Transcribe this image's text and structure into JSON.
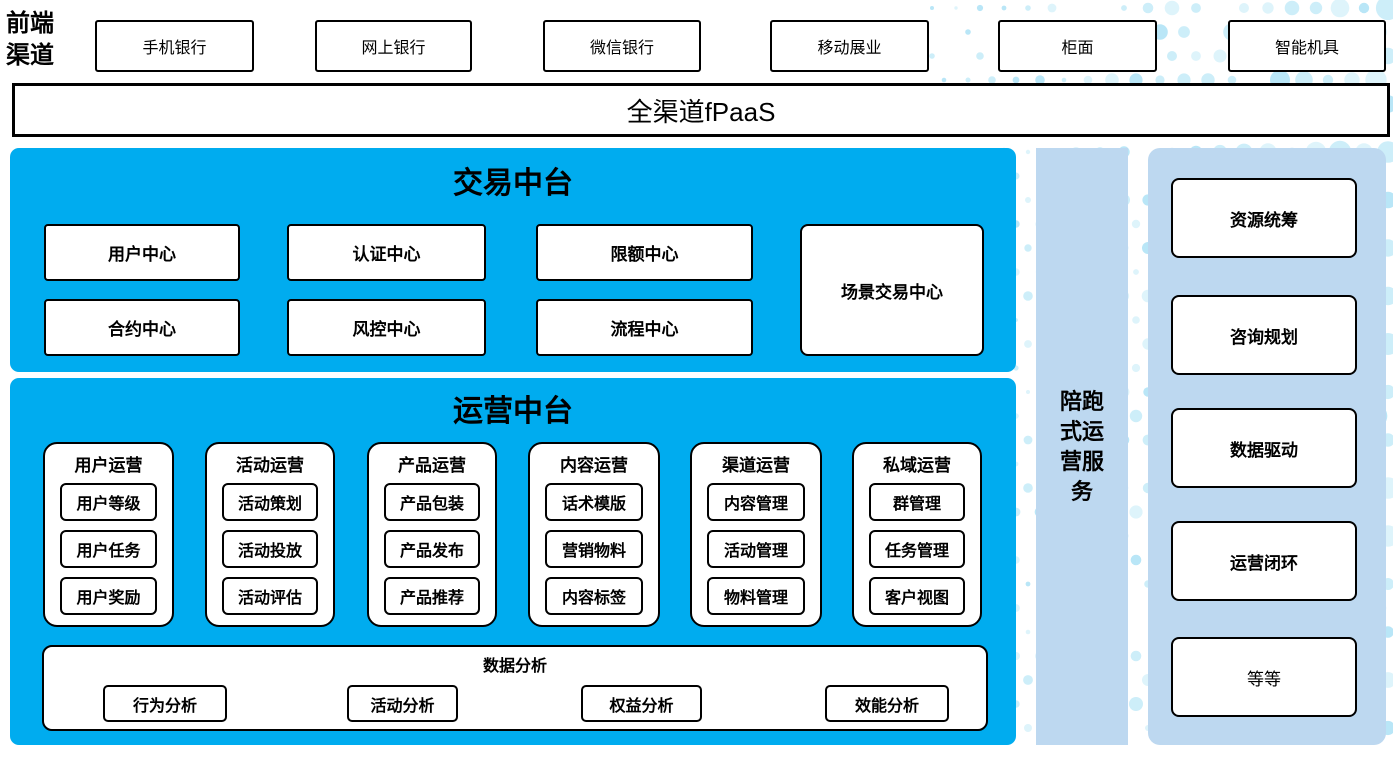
{
  "frontend_channels": {
    "label": "前端渠道",
    "items": [
      "手机银行",
      "网上银行",
      "微信银行",
      "移动展业",
      "柜面",
      "智能机具"
    ]
  },
  "fpaas": {
    "label": "全渠道fPaaS"
  },
  "transaction_platform": {
    "title": "交易中台",
    "centers": [
      "用户中心",
      "认证中心",
      "限额中心",
      "合约中心",
      "风控中心",
      "流程中心"
    ],
    "scene_center": "场景交易中心"
  },
  "operation_platform": {
    "title": "运营中台",
    "columns": [
      {
        "title": "用户运营",
        "items": [
          "用户等级",
          "用户任务",
          "用户奖励"
        ]
      },
      {
        "title": "活动运营",
        "items": [
          "活动策划",
          "活动投放",
          "活动评估"
        ]
      },
      {
        "title": "产品运营",
        "items": [
          "产品包装",
          "产品发布",
          "产品推荐"
        ]
      },
      {
        "title": "内容运营",
        "items": [
          "话术模版",
          "营销物料",
          "内容标签"
        ]
      },
      {
        "title": "渠道运营",
        "items": [
          "内容管理",
          "活动管理",
          "物料管理"
        ]
      },
      {
        "title": "私域运营",
        "items": [
          "群管理",
          "任务管理",
          "客户视图"
        ]
      }
    ],
    "data_analysis": {
      "title": "数据分析",
      "items": [
        "行为分析",
        "活动分析",
        "权益分析",
        "效能分析"
      ]
    }
  },
  "companion_service": {
    "label": "陪跑式运营服务"
  },
  "right_panel": {
    "items": [
      {
        "label": "资源统筹",
        "bold": true
      },
      {
        "label": "咨询规划",
        "bold": true
      },
      {
        "label": "数据驱动",
        "bold": true
      },
      {
        "label": "运营闭环",
        "bold": true
      },
      {
        "label": "等等",
        "bold": false
      }
    ]
  },
  "colors": {
    "primary_blue": "#00ACEF",
    "light_blue": "#BDD8F0",
    "dot_light": "#DEF4FB",
    "dot_mid": "#CDEEF9",
    "dot_dark": "#B9E6F7",
    "border": "#000000"
  }
}
